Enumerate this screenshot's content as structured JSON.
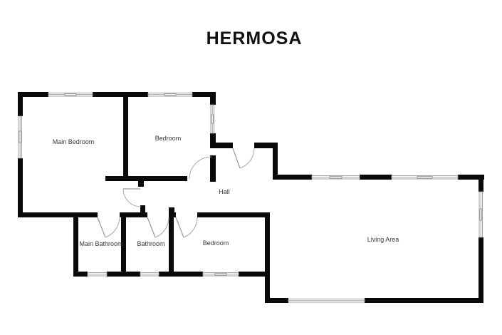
{
  "title": "HERMOSA",
  "rooms": {
    "main_bedroom": "Main Bedroom",
    "bedroom_top": "Bedroom",
    "hall": "Hall",
    "main_bathroom": "Main Bathroom",
    "bathroom": "Bathroom",
    "bedroom_bottom": "Bedroom",
    "living_area": "Living Area"
  },
  "colors": {
    "background": "#ffffff",
    "wall": "#0a0a0a",
    "window_line": "#9a9a9a",
    "door_line": "#a8a8a8",
    "label_text": "#3a3a3a",
    "title_text": "#111111"
  }
}
